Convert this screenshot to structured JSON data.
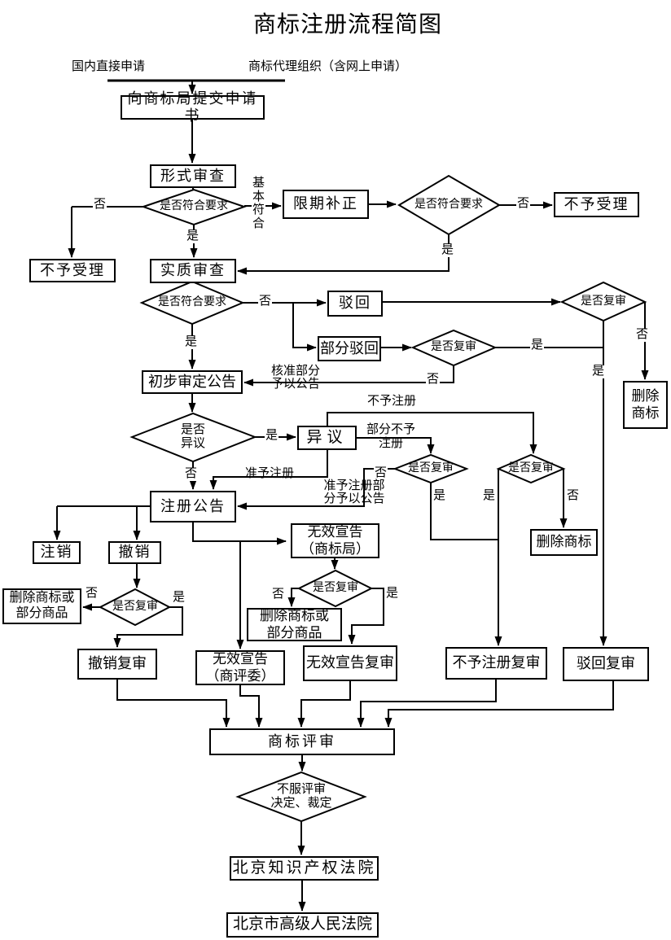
{
  "title": "商标注册流程简图",
  "entry": {
    "domestic": "国内直接申请",
    "agency": "商标代理组织（含网上申请）"
  },
  "nodes": {
    "submit": "向商标局提交申请书",
    "formal": "形式审查",
    "correction": "限期补正",
    "not_accepted": "不予受理",
    "substantive": "实质审查",
    "rejected": "驳回",
    "partial_rejected": "部分驳回",
    "preliminary": "初步审定公告",
    "delete_tm_stack": "删除\n商标",
    "objection": "异议",
    "registration": "注册公告",
    "cancellation": "注销",
    "revocation": "撤销",
    "invalid_tmo": "无效宣告\n（商标局）",
    "delete_tm": "删除商标",
    "delete_tm_goods": "删除商标或\n部分商品",
    "revocation_review": "撤销复审",
    "invalid_treb": "无效宣告\n（商评委）",
    "invalid_review": "无效宣告复审",
    "not_reg_review": "不予注册复审",
    "rejection_review": "驳回复审",
    "tm_review": "商标评审",
    "ip_court": "北京知识产权法院",
    "high_court": "北京市高级人民法院"
  },
  "decisions": {
    "conform": "是否符合要求",
    "review": "是否复审",
    "objection_q": "是否\n异议",
    "dissatisfied": "不服评审\n决定、裁定"
  },
  "edges": {
    "yes": "是",
    "no": "否",
    "basic_conform": "基本符合",
    "approve_partial": "核准部分\n予以公告",
    "not_register": "不予注册",
    "partial_not_register": "部分不予\n注册",
    "grant_register": "准予注册",
    "grant_partial": "准予注册部\n分予以公告"
  },
  "colors": {
    "line": "#000000",
    "background": "#ffffff"
  }
}
